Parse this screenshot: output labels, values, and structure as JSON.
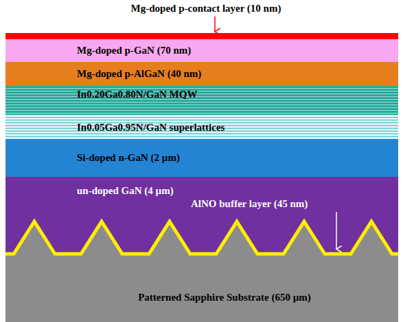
{
  "diagram": {
    "nodes": [
      {
        "text": [
          "Mg-doped p-contact layer (10 nm)"
        ]
      },
      {
        "text": [
          "Mg-doped p-GaN (70 nm)"
        ]
      },
      {
        "text": [
          "Mg-doped p-AlGaN (40 nm)"
        ]
      },
      {
        "text": [
          "In0.20Ga0.80N/GaN MQW"
        ]
      },
      {
        "text": [
          "In0.05Ga0.95N/GaN superlattices"
        ]
      },
      {
        "text": [
          "Si-doped n-GaN (2 µm)"
        ]
      },
      {
        "text": [
          "un-doped GaN (4 µm)"
        ]
      },
      {
        "text": [
          "AlNO buffer layer (45 nm)"
        ]
      },
      {
        "text": [
          "Patterned Sapphire Substrate (650 µm)"
        ]
      }
    ]
  }
}
